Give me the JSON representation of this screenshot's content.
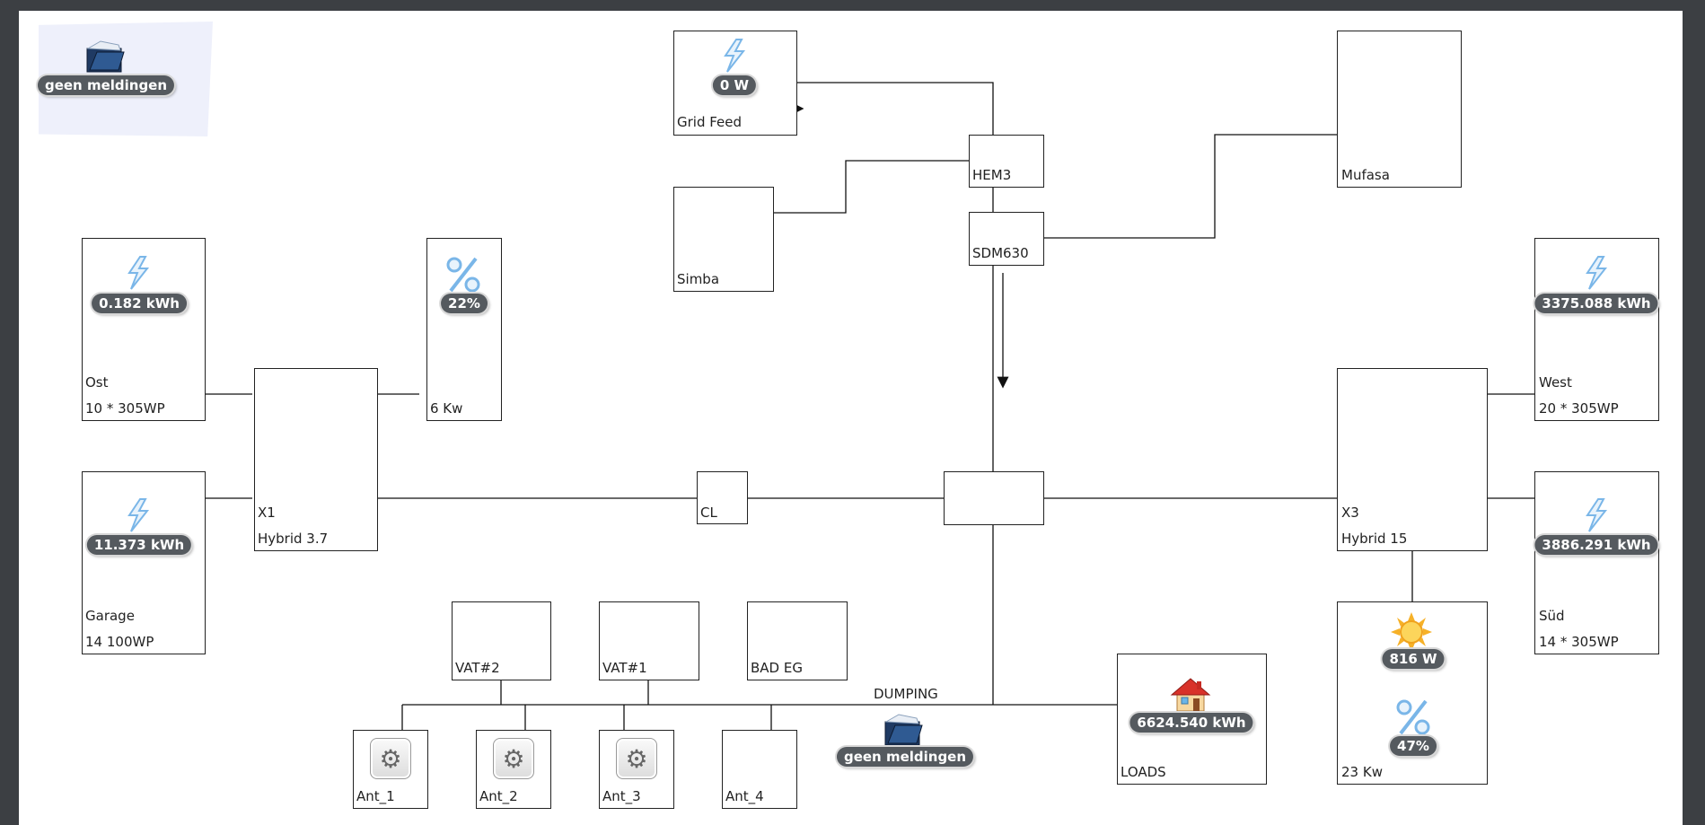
{
  "header_notice": {
    "text": "geen meldingen",
    "icon": "folder-notification-icon"
  },
  "boxes": {
    "grid_feed": "Grid Feed",
    "hem3": "HEM3",
    "sdm630": "SDM630",
    "simba": "Simba",
    "mufasa": "Mufasa",
    "ost_name": "Ost",
    "ost_spec": "10 * 305WP",
    "garage_name": "Garage",
    "garage_spec": "14 100WP",
    "x1_name": "X1",
    "x1_spec": "Hybrid 3.7",
    "six_kw": "6 Kw",
    "cl": "CL",
    "west_name": "West",
    "west_spec": "20 * 305WP",
    "sud_name": "Süd",
    "sud_spec": "14 * 305WP",
    "x3_name": "X3",
    "x3_spec": "Hybrid 15",
    "twentythree_kw": "23 Kw",
    "vat2": "VAT#2",
    "vat1": "VAT#1",
    "bad_eg": "BAD EG",
    "dumping": "DUMPING",
    "loads": "LOADS",
    "ant1": "Ant_1",
    "ant2": "Ant_2",
    "ant3": "Ant_3",
    "ant4": "Ant_4"
  },
  "values": {
    "grid_feed": "0 W",
    "ost": "0.182 kWh",
    "garage": "11.373 kWh",
    "six_kw": "22%",
    "west": "3375.088 kWh",
    "sud": "3886.291 kWh",
    "x3_solar": "816 W",
    "x3_percent": "47%",
    "loads": "6624.540 kWh",
    "dumping_notice": "geen meldingen"
  },
  "colors": {
    "background": "#3c3f43",
    "canvas": "#ffffff",
    "pill": "#555a5f",
    "lightning": "#7ab6e8",
    "panel": "#eef0fb"
  }
}
